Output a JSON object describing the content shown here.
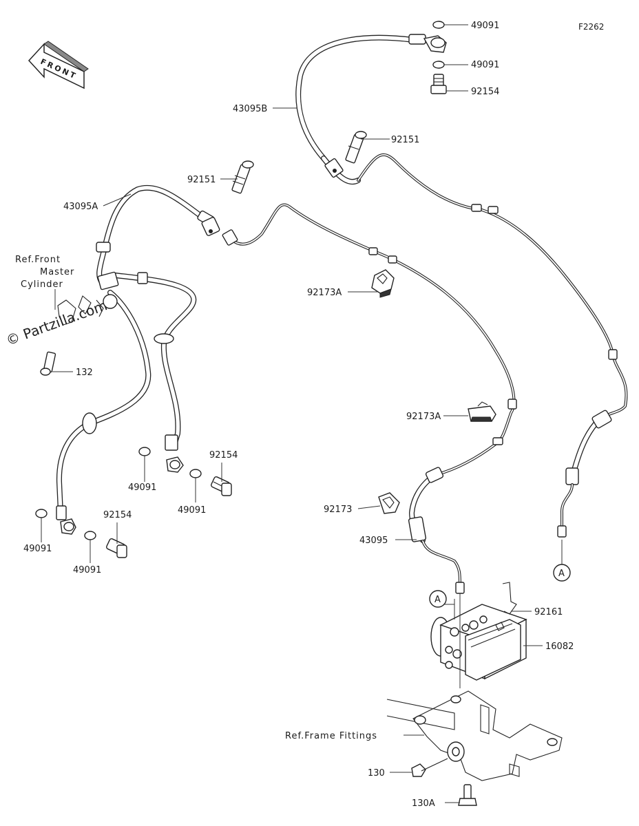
{
  "figure_code": "F2262",
  "watermark": "© Partzilla.com",
  "front_arrow_label": "FRONT",
  "callouts": {
    "c49091_a": "49091",
    "c49091_b": "49091",
    "c92154_a": "92154",
    "c43095B": "43095B",
    "c92151_a": "92151",
    "c92151_b": "92151",
    "c43095A": "43095A",
    "c92173A_a": "92173A",
    "c132": "132",
    "c92154_b": "92154",
    "c49091_c": "49091",
    "c49091_d": "49091",
    "c92154_c": "92154",
    "c49091_e": "49091",
    "c49091_f": "49091",
    "c92173A_b": "92173A",
    "c92173": "92173",
    "c43095": "43095",
    "c92161": "92161",
    "c16082": "16082",
    "c130": "130",
    "c130A": "130A"
  },
  "connector_marks": {
    "a_right": "A",
    "a_left": "A"
  },
  "references": {
    "master_cylinder": [
      "Ref.Front",
      "Master",
      "Cylinder"
    ],
    "frame_fittings": "Ref.Frame Fittings"
  }
}
